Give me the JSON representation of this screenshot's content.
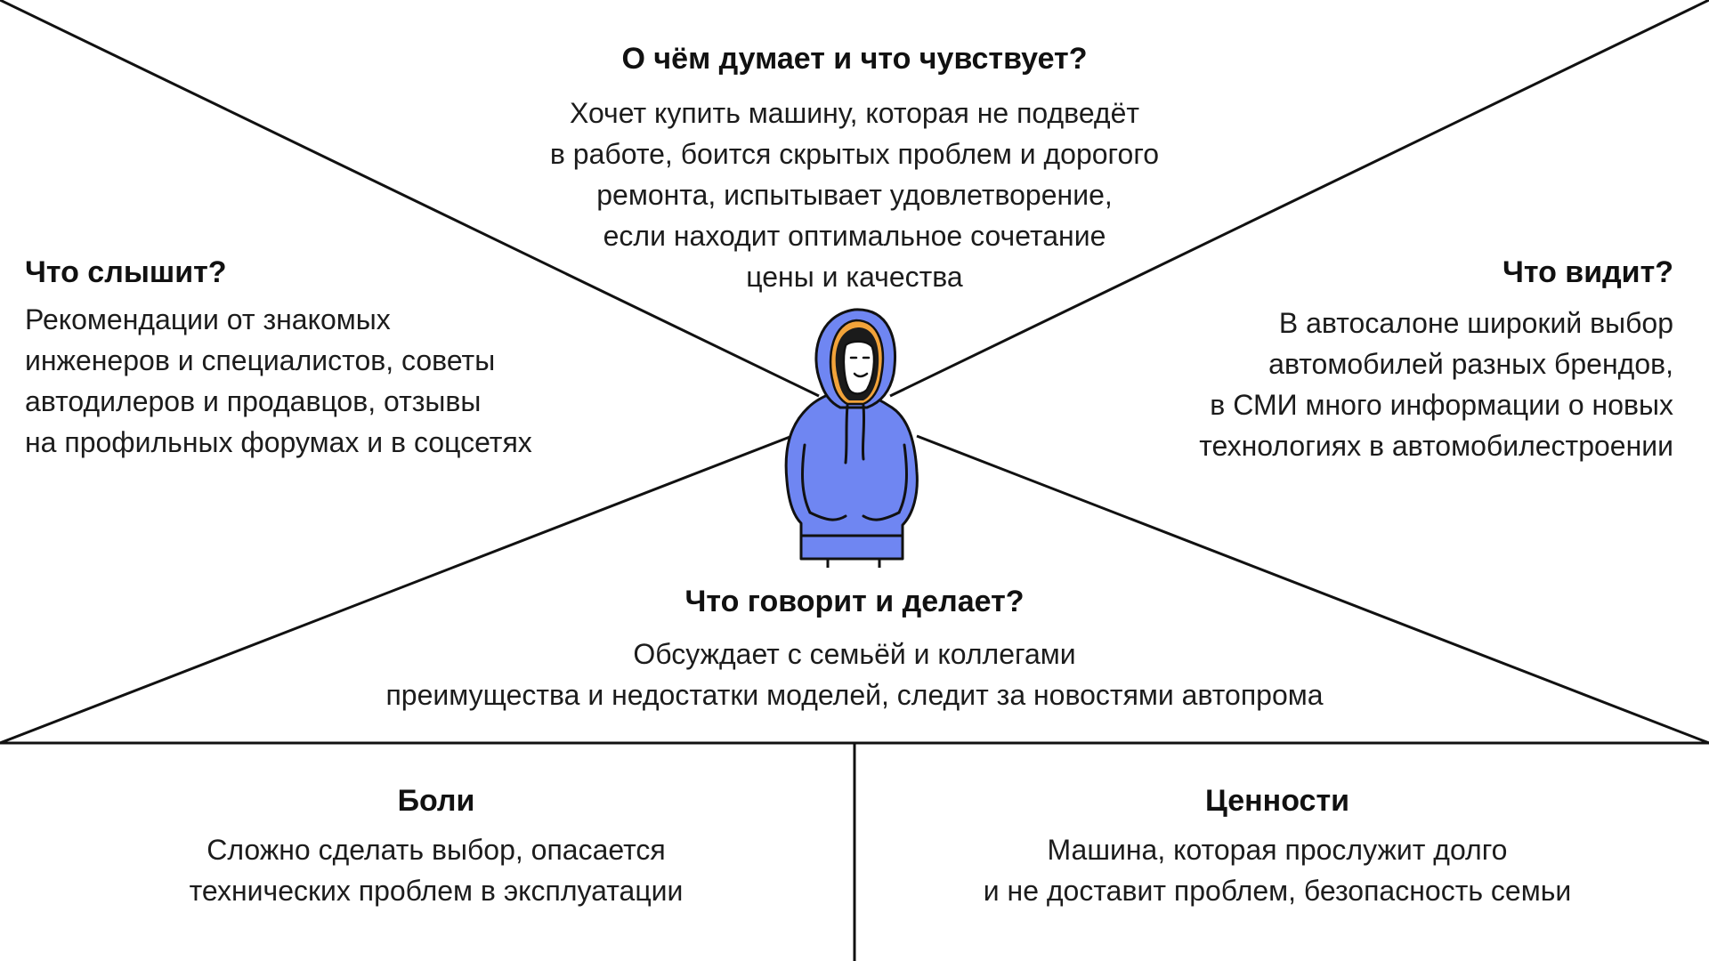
{
  "thinks_feels": {
    "title": "О чём думает и что чувствует?",
    "text": "Хочет купить машину, которая не подведёт\nв работе, боится скрытых проблем и дорогого\nремонта, испытывает удовлетворение,\nесли находит оптимальное сочетание\nцены и качества"
  },
  "hears": {
    "title": "Что слышит?",
    "text": "Рекомендации от знакомых\nинженеров и специалистов, советы\nавтодилеров и продавцов, отзывы\nна профильных форумах и в соцсетях"
  },
  "sees": {
    "title": "Что видит?",
    "text": "В автосалоне широкий выбор\nавтомобилей разных брендов,\nв СМИ много информации о новых\nтехнологиях в автомобилестроении"
  },
  "says_does": {
    "title": "Что говорит и делает?",
    "text": "Обсуждает с семьёй и коллегами\nпреимущества и недостатки моделей, следит за новостями автопрома"
  },
  "pains": {
    "title": "Боли",
    "text": "Сложно сделать выбор, опасается\nтехнических проблем в эксплуатации"
  },
  "values": {
    "title": "Ценности",
    "text": "Машина, которая прослужит долго\nи не доставит проблем, безопасность семьи"
  },
  "colors": {
    "hoodie": "#6f86f2",
    "hood_lining": "#f2a33a",
    "lines": "#111111",
    "background": "#ffffff"
  },
  "icons": {
    "persona": "person-in-hoodie-icon"
  }
}
